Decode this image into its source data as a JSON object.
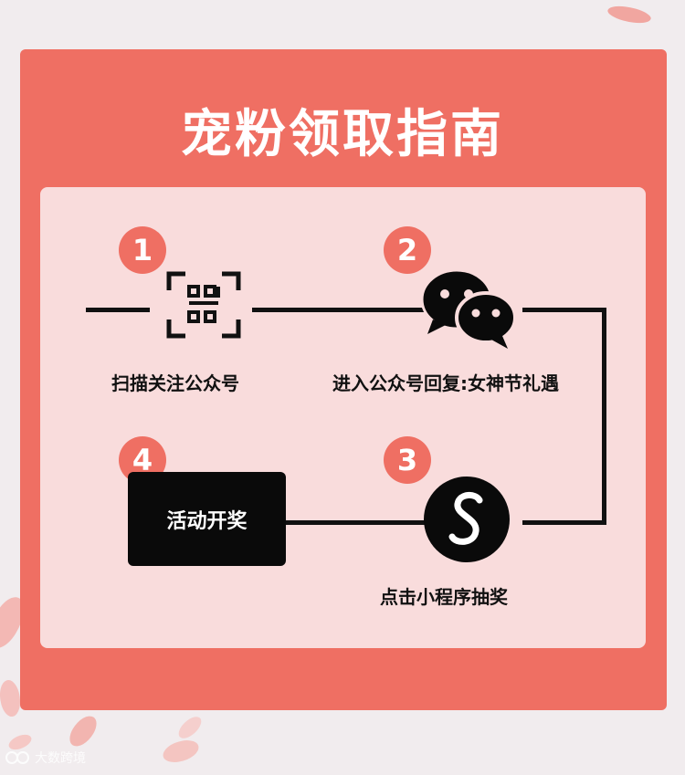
{
  "title": "宠粉领取指南",
  "steps": [
    {
      "number": "1",
      "label": "扫描关注公众号",
      "icon": "qr-scan-icon"
    },
    {
      "number": "2",
      "label": "进入公众号回复:女神节礼遇",
      "icon": "wechat-icon"
    },
    {
      "number": "3",
      "label": "点击小程序抽奖",
      "icon": "mini-program-icon"
    },
    {
      "number": "4",
      "label": "活动开奖"
    }
  ],
  "watermark": "大数跨境",
  "colors": {
    "accent": "#ef6f63",
    "panel": "#f9dcdc",
    "dark": "#0a0a0a",
    "background": "#f1ecee"
  }
}
